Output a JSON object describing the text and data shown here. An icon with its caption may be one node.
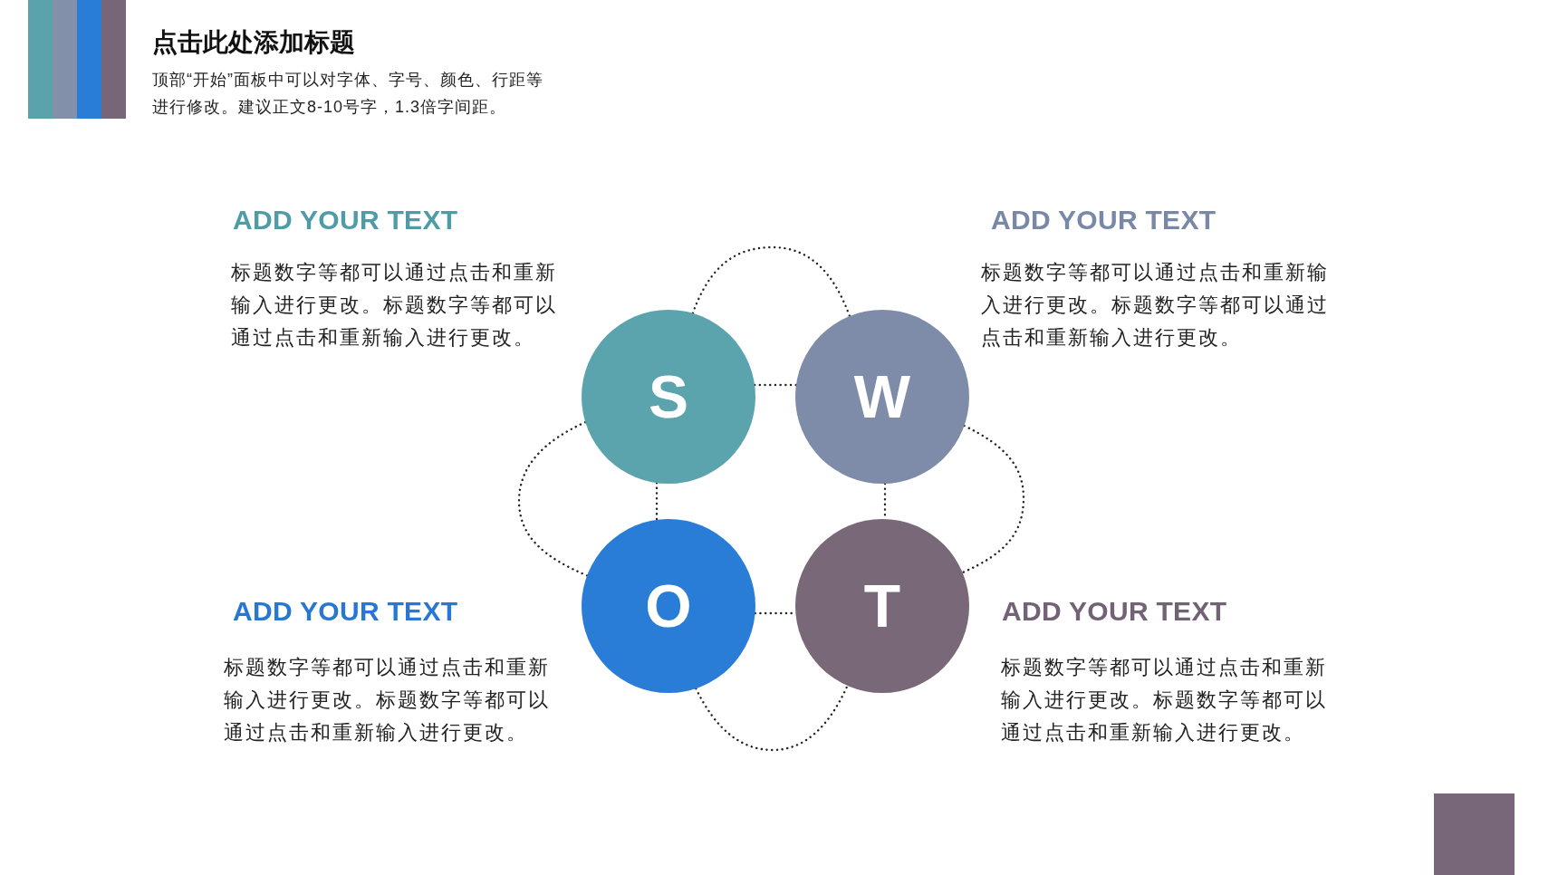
{
  "diagram": {
    "title": "点击此处添加标题",
    "nodes": [
      {
        "text": [
          "S"
        ],
        "beside": [
          "ADD YOUR TEXT",
          "标题数字等都可以通过点击和重新输入进行更改。标题数字等都可以通过点击和重新输入进行更改。"
        ]
      },
      {
        "text": [
          "W"
        ],
        "beside": [
          "ADD YOUR TEXT",
          "标题数字等都可以通过点击和重新输入进行更改。标题数字等都可以通过点击和重新输入进行更改。"
        ]
      },
      {
        "text": [
          "O"
        ],
        "beside": [
          "ADD YOUR TEXT",
          "标题数字等都可以通过点击和重新输入进行更改。标题数字等都可以通过点击和重新输入进行更改。"
        ]
      },
      {
        "text": [
          "T"
        ],
        "beside": [
          "ADD YOUR TEXT",
          "标题数字等都可以通过点击和重新输入进行更改。标题数字等都可以通过点击和重新输入进行更改。"
        ]
      }
    ],
    "edges": [
      {
        "from": 0,
        "to": 1,
        "arrow": "none",
        "style": "dashed"
      },
      {
        "from": 0,
        "to": 2,
        "arrow": "none",
        "style": "dashed"
      },
      {
        "from": 1,
        "to": 3,
        "arrow": "none",
        "style": "dashed"
      },
      {
        "from": 2,
        "to": 3,
        "arrow": "none",
        "style": "dashed"
      },
      {
        "from": 0,
        "to": 1,
        "arrow": "none",
        "style": "dashed"
      },
      {
        "from": 0,
        "to": 2,
        "arrow": "none",
        "style": "dashed"
      },
      {
        "from": 1,
        "to": 3,
        "arrow": "none",
        "style": "dashed"
      },
      {
        "from": 2,
        "to": 3,
        "arrow": "none",
        "style": "dashed"
      }
    ],
    "labels": [
      "顶部“开始”面板中可以对字体、字号、颜色、行距等进行修改。建议正文8-10号字，1.3倍字间距。"
    ]
  }
}
